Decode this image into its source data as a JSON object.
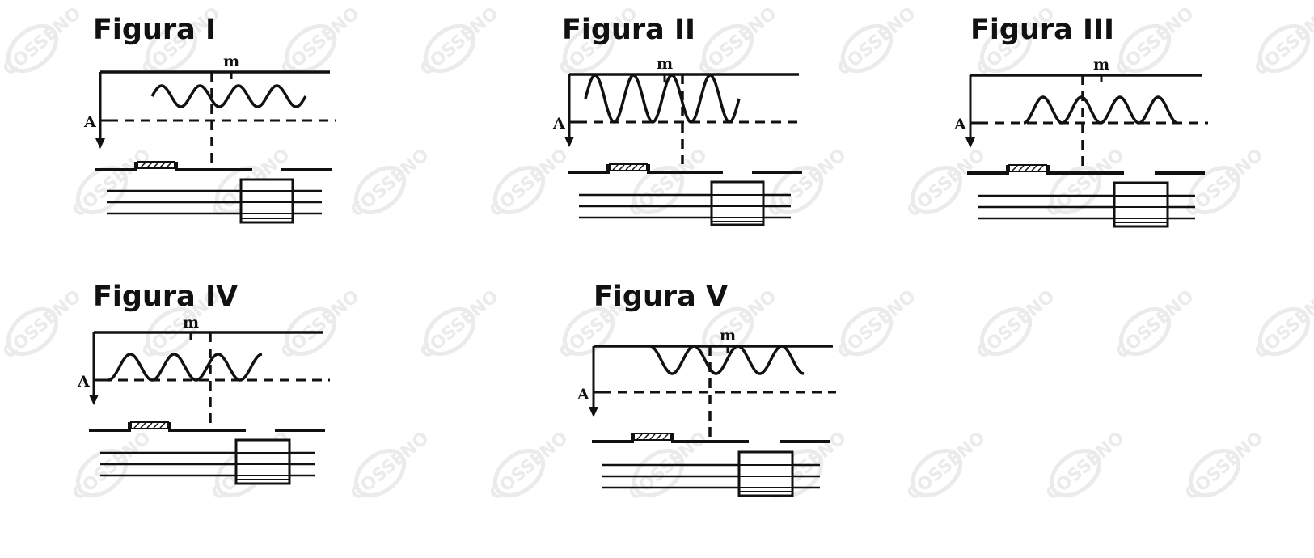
{
  "colors": {
    "ink": "#111111",
    "watermark": "#ebebeb",
    "background": "#ffffff"
  },
  "watermark_text": "COSSENO",
  "figures": [
    {
      "id": "fig1",
      "title": "Figura I",
      "marker_label": "m",
      "axis_label": "A",
      "waves": 4,
      "wave_style": "centered"
    },
    {
      "id": "fig2",
      "title": "Figura II",
      "marker_label": "m",
      "axis_label": "A",
      "waves": 4,
      "wave_style": "full"
    },
    {
      "id": "fig3",
      "title": "Figura III",
      "marker_label": "m",
      "axis_label": "A",
      "waves": 4,
      "wave_style": "half-below"
    },
    {
      "id": "fig4",
      "title": "Figura IV",
      "marker_label": "m",
      "axis_label": "A",
      "waves": 3.5,
      "wave_style": "half-below"
    },
    {
      "id": "fig5",
      "title": "Figura V",
      "marker_label": "m",
      "axis_label": "A",
      "waves": 3.5,
      "wave_style": "half-above"
    }
  ]
}
